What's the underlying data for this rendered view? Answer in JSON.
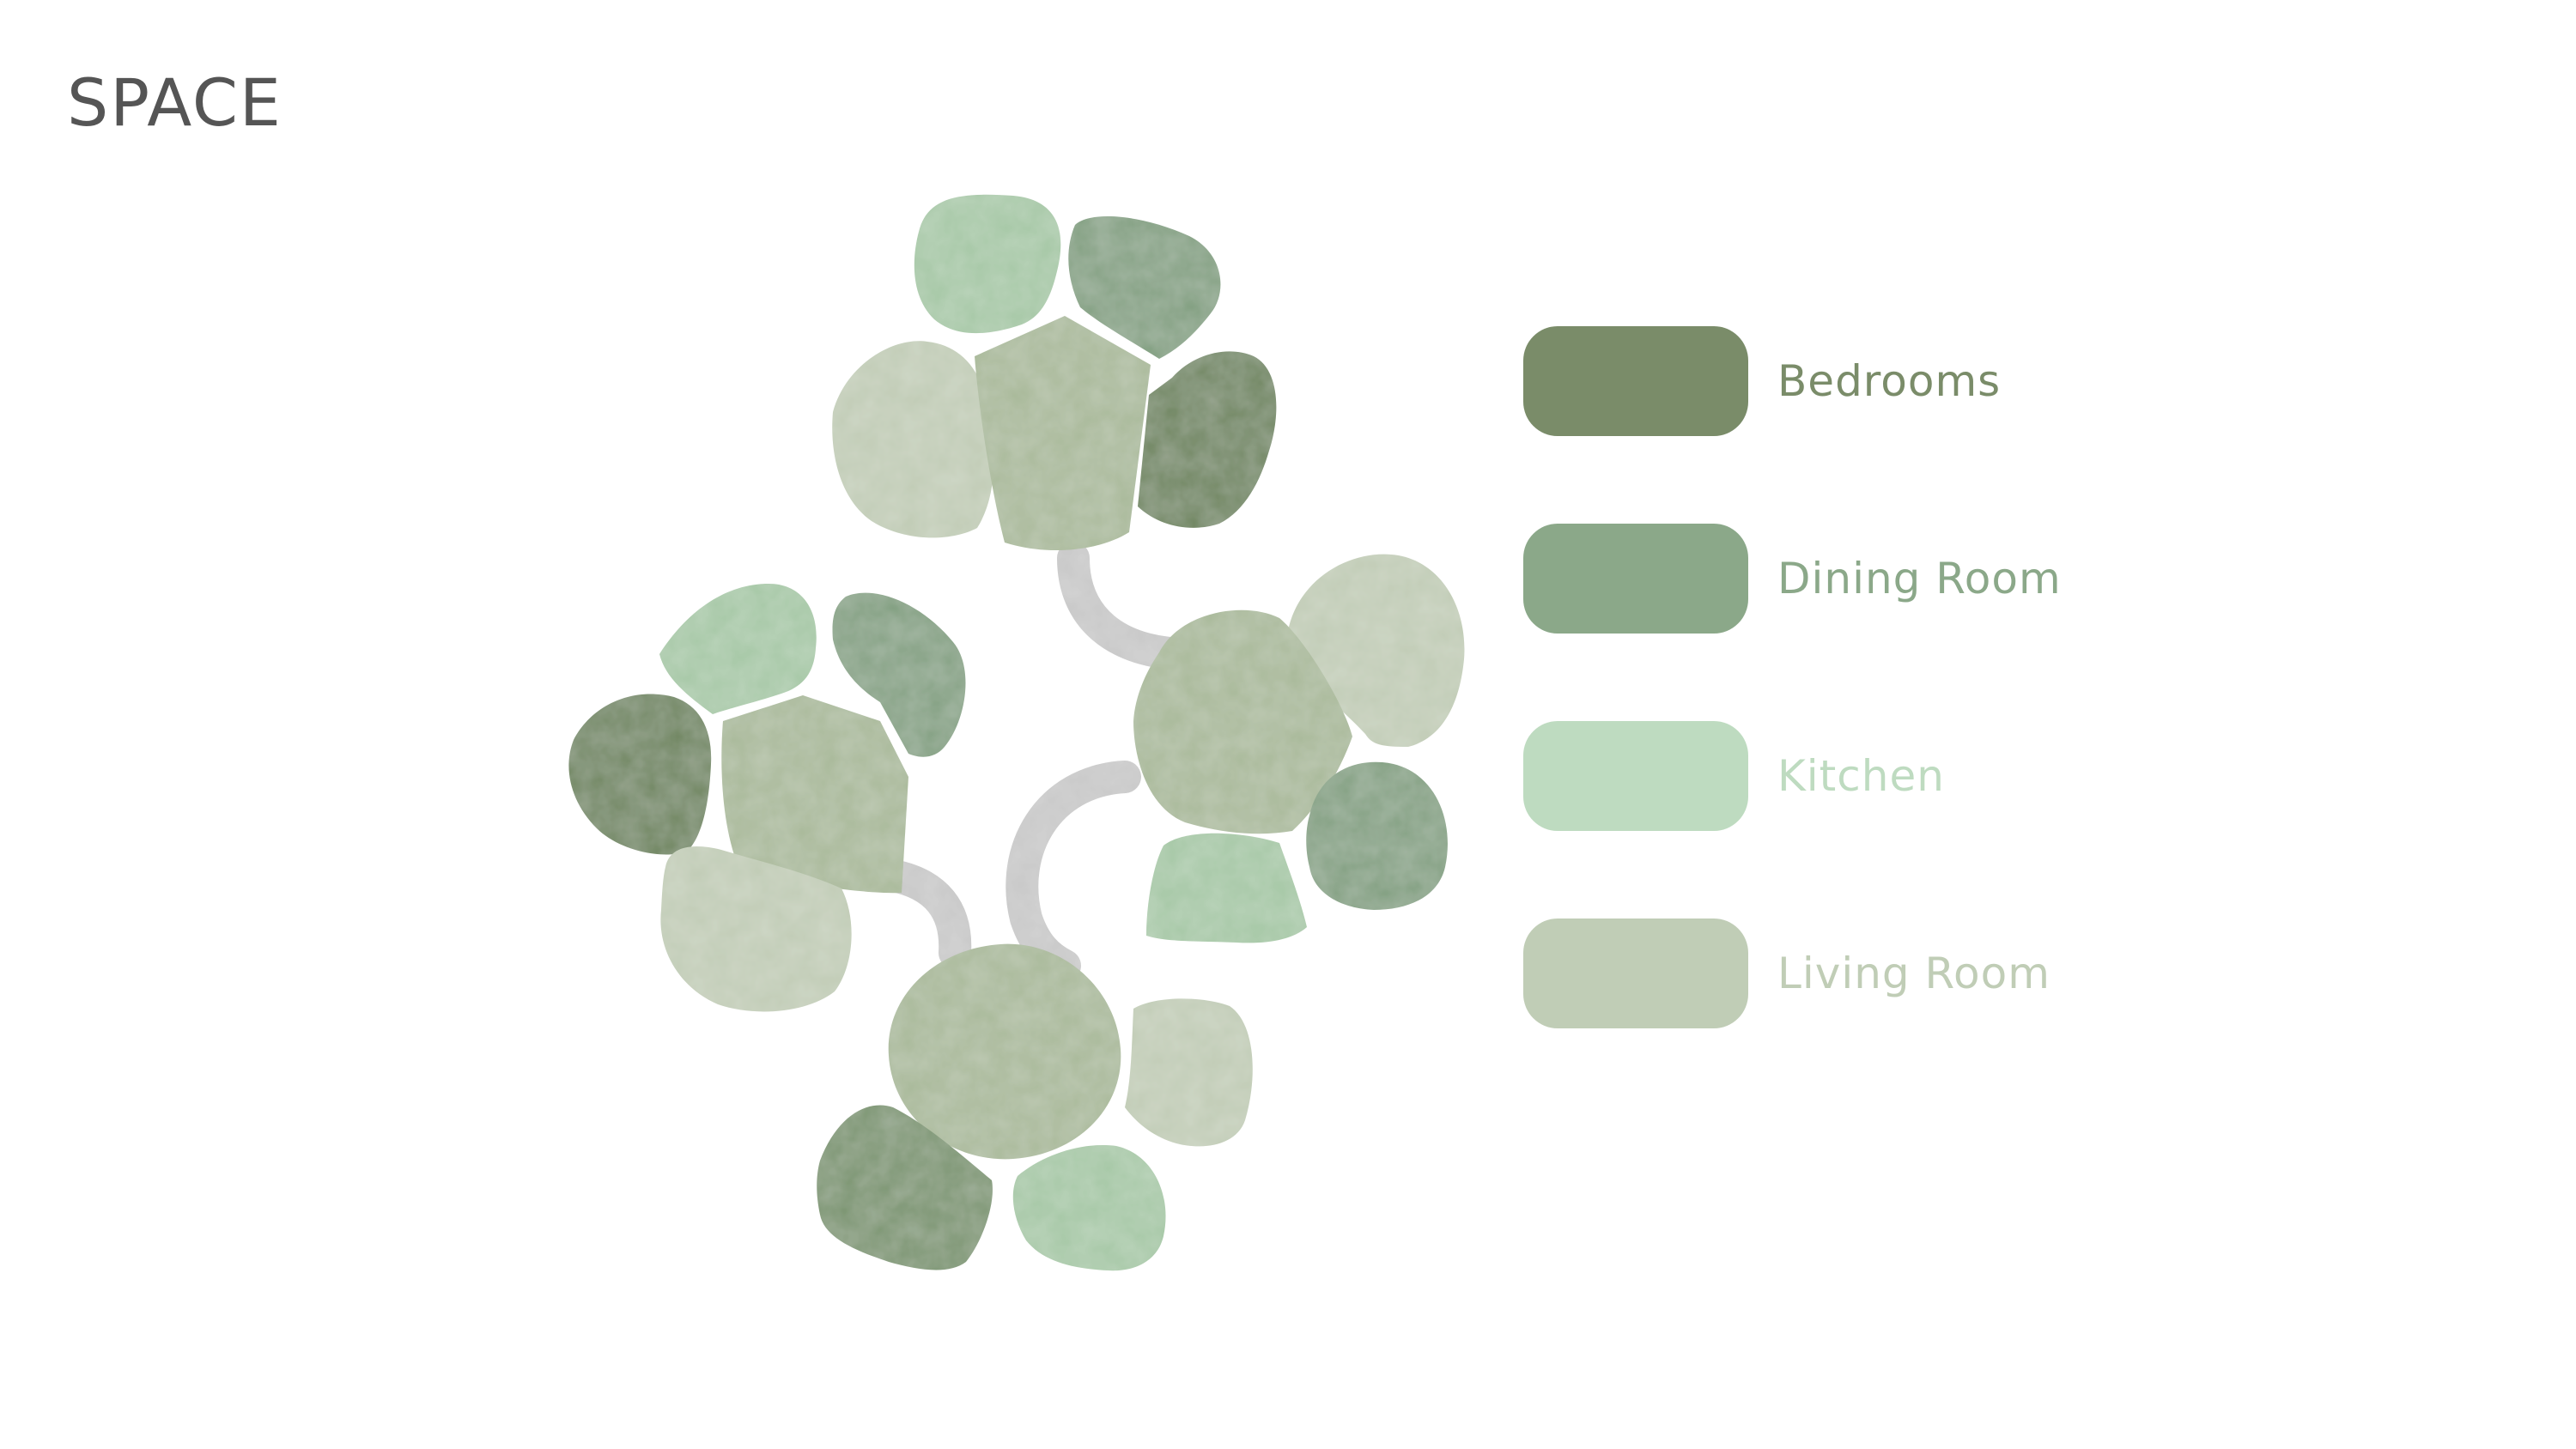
{
  "page": {
    "title": "SPACE"
  },
  "legend": {
    "items": [
      {
        "label": "Bedrooms",
        "color": "#7a8c69"
      },
      {
        "label": "Dining Room",
        "color": "#8ba889"
      },
      {
        "label": "Kitchen",
        "color": "#bedbc0"
      },
      {
        "label": "Living Room",
        "color": "#c0cdb6"
      }
    ]
  },
  "palette": {
    "bedroom": "#72896a",
    "dining": "#86a383",
    "kitchen": "#a8cba8",
    "living": "#c0cab4",
    "hub": "#aab99c",
    "path": "#c6c6c6",
    "title_text": "#555555"
  }
}
